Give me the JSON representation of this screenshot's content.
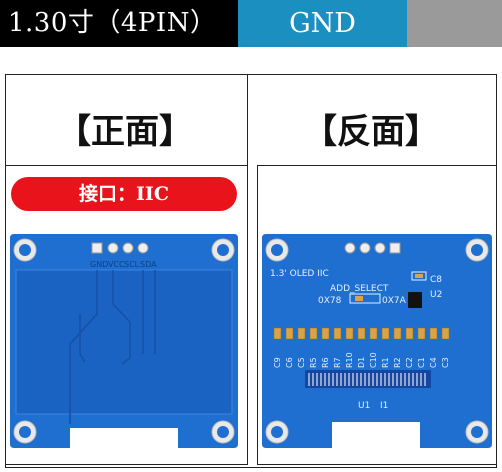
{
  "header": {
    "title": "1.30寸（4PIN）",
    "pin_label": "GND"
  },
  "front": {
    "heading": "【正面】",
    "interface_label": "接口：IIC",
    "pins": [
      "GND",
      "VCC",
      "SCL",
      "SDA"
    ]
  },
  "back": {
    "heading": "【反面】",
    "silkscreen": {
      "model": "1.3' OLED IIC",
      "add_select": "ADD_SELECT",
      "addr_a": "0X78",
      "addr_b": "0X7A",
      "u2": "U2",
      "c8": "C8",
      "u1": "U1",
      "i1": "I1",
      "components": [
        "C9",
        "C6",
        "C5",
        "R5",
        "R6",
        "R7",
        "R10",
        "D1",
        "C10",
        "R1",
        "R2",
        "C2",
        "C1",
        "C4",
        "C3"
      ]
    }
  },
  "colors": {
    "pcb_blue": "#1f6fd0",
    "pcb_dark": "#1447a3",
    "badge_red": "#e8131b",
    "header_blue": "#1c8fc1"
  }
}
